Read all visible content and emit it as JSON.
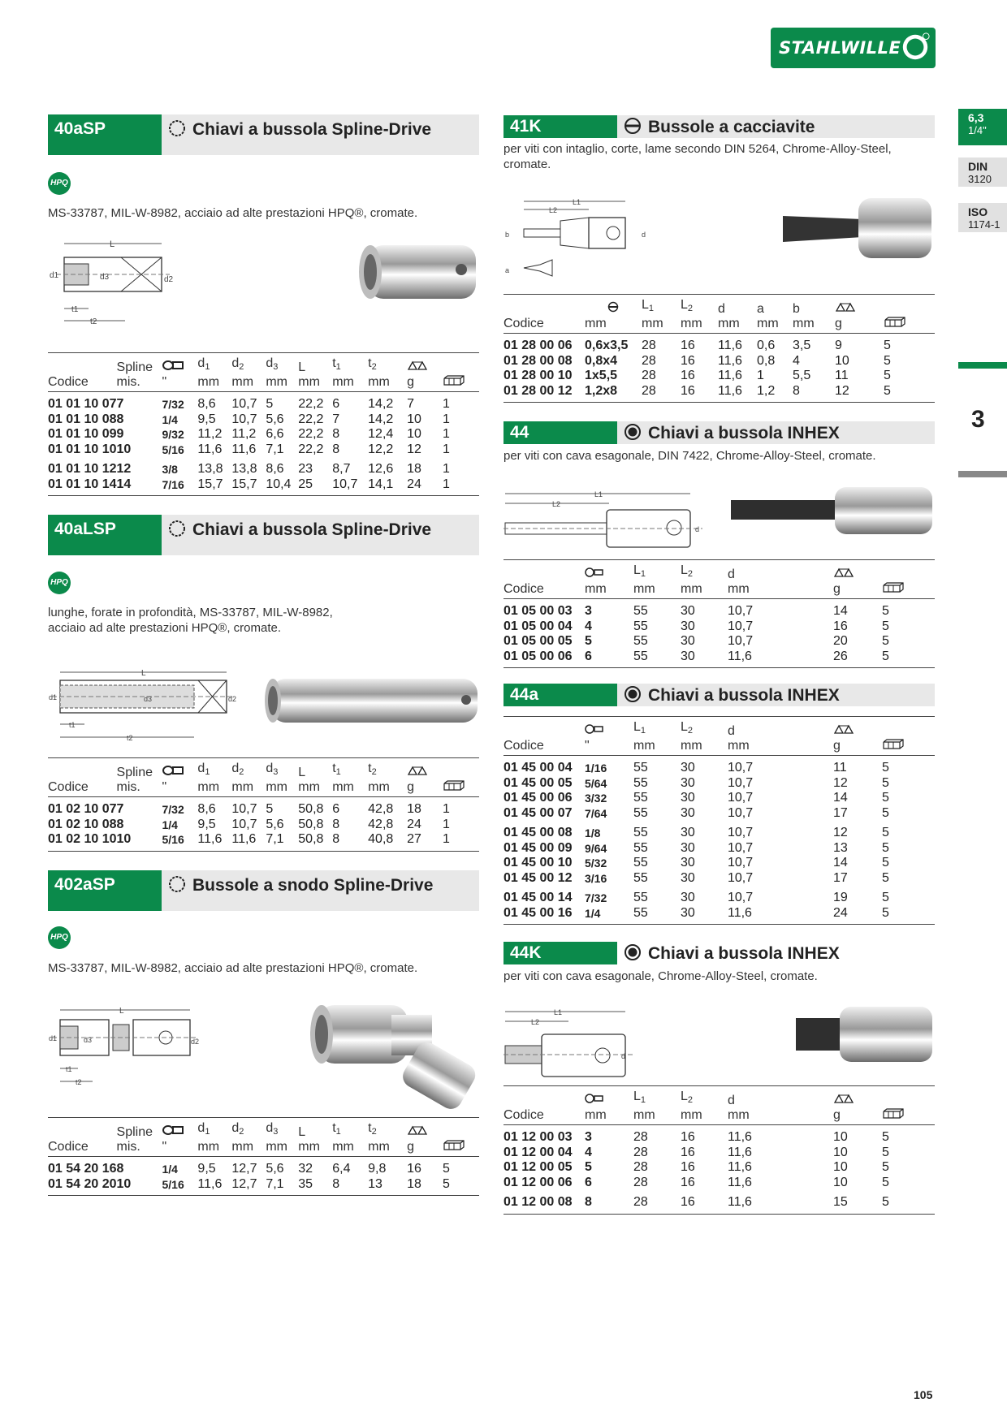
{
  "brand": {
    "name": "STAHLWILLE"
  },
  "side_tabs": {
    "size": {
      "a": "6,3",
      "b": "1/4\""
    },
    "din": {
      "a": "DIN",
      "b": "3120"
    },
    "iso": {
      "a": "ISO",
      "b": "1174-1"
    },
    "chapter": "3"
  },
  "page_number": "105",
  "colors": {
    "brand_green": "#0b8a4b",
    "header_grey": "#e8e8e8"
  },
  "common": {
    "h_codice": "Codice",
    "h_spline": "Spline",
    "h_mis": "mis.",
    "h_inch": "\"",
    "h_mm": "mm",
    "h_g": "g",
    "h_d": "d",
    "h_d1": "d",
    "h_L": "L",
    "h_t": "t",
    "h_a": "a",
    "h_b": "b",
    "s1": "1",
    "s2": "2",
    "s3": "3"
  },
  "sections": {
    "s40aSP": {
      "code": "40aSP",
      "title": "Chiavi a bussola Spline-Drive",
      "badge": "HPQ",
      "desc": "MS-33787, MIL-W-8982, acciaio ad alte prestazioni HPQ®, cromate.",
      "rows": [
        [
          "01 01 10 07",
          "7",
          "7/32",
          "8,6",
          "10,7",
          "5",
          "22,2",
          "6",
          "14,2",
          "7",
          "1"
        ],
        [
          "01 01 10 08",
          "8",
          "1/4",
          "9,5",
          "10,7",
          "5,6",
          "22,2",
          "7",
          "14,2",
          "10",
          "1"
        ],
        [
          "01 01 10 09",
          "9",
          "9/32",
          "11,2",
          "11,2",
          "6,6",
          "22,2",
          "8",
          "12,4",
          "10",
          "1"
        ],
        [
          "01 01 10 10",
          "10",
          "5/16",
          "11,6",
          "11,6",
          "7,1",
          "22,2",
          "8",
          "12,2",
          "12",
          "1"
        ],
        [
          "01 01 10 12",
          "12",
          "3/8",
          "13,8",
          "13,8",
          "8,6",
          "23",
          "8,7",
          "12,6",
          "18",
          "1"
        ],
        [
          "01 01 10 14",
          "14",
          "7/16",
          "15,7",
          "15,7",
          "10,4",
          "25",
          "10,7",
          "14,1",
          "24",
          "1"
        ]
      ]
    },
    "s40aLSP": {
      "code": "40aLSP",
      "title": "Chiavi a bussola Spline-Drive",
      "badge": "HPQ",
      "desc1": "lunghe, forate in profondità, MS-33787, MIL-W-8982,",
      "desc2": "acciaio ad alte prestazioni HPQ®, cromate.",
      "rows": [
        [
          "01 02 10 07",
          "7",
          "7/32",
          "8,6",
          "10,7",
          "5",
          "50,8",
          "6",
          "42,8",
          "18",
          "1"
        ],
        [
          "01 02 10 08",
          "8",
          "1/4",
          "9,5",
          "10,7",
          "5,6",
          "50,8",
          "8",
          "42,8",
          "24",
          "1"
        ],
        [
          "01 02 10 10",
          "10",
          "5/16",
          "11,6",
          "11,6",
          "7,1",
          "50,8",
          "8",
          "40,8",
          "27",
          "1"
        ]
      ]
    },
    "s402aSP": {
      "code": "402aSP",
      "title": "Bussole a snodo Spline-Drive",
      "badge": "HPQ",
      "desc": "MS-33787, MIL-W-8982, acciaio ad alte prestazioni HPQ®, cromate.",
      "rows": [
        [
          "01 54 20 16",
          "8",
          "1/4",
          "9,5",
          "12,7",
          "5,6",
          "32",
          "6,4",
          "9,8",
          "16",
          "5"
        ],
        [
          "01 54 20 20",
          "10",
          "5/16",
          "11,6",
          "12,7",
          "7,1",
          "35",
          "8",
          "13",
          "18",
          "5"
        ]
      ]
    },
    "s41K": {
      "code": "41K",
      "title": "Bussole a cacciavite",
      "desc1": "per viti con intaglio, corte, lame secondo DIN 5264, Chrome-Alloy-Steel,",
      "desc2": "cromate.",
      "rows": [
        [
          "01 28 00 06",
          "0,6x3,5",
          "28",
          "16",
          "11,6",
          "0,6",
          "3,5",
          "9",
          "5"
        ],
        [
          "01 28 00 08",
          "0,8x4",
          "28",
          "16",
          "11,6",
          "0,8",
          "4",
          "10",
          "5"
        ],
        [
          "01 28 00 10",
          "1x5,5",
          "28",
          "16",
          "11,6",
          "1",
          "5,5",
          "11",
          "5"
        ],
        [
          "01 28 00 12",
          "1,2x8",
          "28",
          "16",
          "11,6",
          "1,2",
          "8",
          "12",
          "5"
        ]
      ]
    },
    "s44": {
      "code": "44",
      "title": "Chiavi a bussola INHEX",
      "desc": "per viti con cava esagonale, DIN 7422, Chrome-Alloy-Steel, cromate.",
      "rows": [
        [
          "01 05 00 03",
          "3",
          "55",
          "30",
          "10,7",
          "14",
          "5"
        ],
        [
          "01 05 00 04",
          "4",
          "55",
          "30",
          "10,7",
          "16",
          "5"
        ],
        [
          "01 05 00 05",
          "5",
          "55",
          "30",
          "10,7",
          "20",
          "5"
        ],
        [
          "01 05 00 06",
          "6",
          "55",
          "30",
          "11,6",
          "26",
          "5"
        ]
      ]
    },
    "s44a": {
      "code": "44a",
      "title": "Chiavi a bussola INHEX",
      "rows": [
        [
          "01 45 00 04",
          "1/16",
          "55",
          "30",
          "10,7",
          "11",
          "5"
        ],
        [
          "01 45 00 05",
          "5/64",
          "55",
          "30",
          "10,7",
          "12",
          "5"
        ],
        [
          "01 45 00 06",
          "3/32",
          "55",
          "30",
          "10,7",
          "14",
          "5"
        ],
        [
          "01 45 00 07",
          "7/64",
          "55",
          "30",
          "10,7",
          "17",
          "5"
        ],
        [
          "01 45 00 08",
          "1/8",
          "55",
          "30",
          "10,7",
          "12",
          "5"
        ],
        [
          "01 45 00 09",
          "9/64",
          "55",
          "30",
          "10,7",
          "13",
          "5"
        ],
        [
          "01 45 00 10",
          "5/32",
          "55",
          "30",
          "10,7",
          "14",
          "5"
        ],
        [
          "01 45 00 12",
          "3/16",
          "55",
          "30",
          "10,7",
          "17",
          "5"
        ],
        [
          "01 45 00 14",
          "7/32",
          "55",
          "30",
          "10,7",
          "19",
          "5"
        ],
        [
          "01 45 00 16",
          "1/4",
          "55",
          "30",
          "11,6",
          "24",
          "5"
        ]
      ]
    },
    "s44K": {
      "code": "44K",
      "title": "Chiavi a bussola INHEX",
      "desc": "per viti con cava esagonale, Chrome-Alloy-Steel, cromate.",
      "rows": [
        [
          "01 12 00 03",
          "3",
          "28",
          "16",
          "11,6",
          "10",
          "5"
        ],
        [
          "01 12 00 04",
          "4",
          "28",
          "16",
          "11,6",
          "10",
          "5"
        ],
        [
          "01 12 00 05",
          "5",
          "28",
          "16",
          "11,6",
          "10",
          "5"
        ],
        [
          "01 12 00 06",
          "6",
          "28",
          "16",
          "11,6",
          "10",
          "5"
        ],
        [
          "01 12 00 08",
          "8",
          "28",
          "16",
          "11,6",
          "15",
          "5"
        ]
      ]
    }
  }
}
